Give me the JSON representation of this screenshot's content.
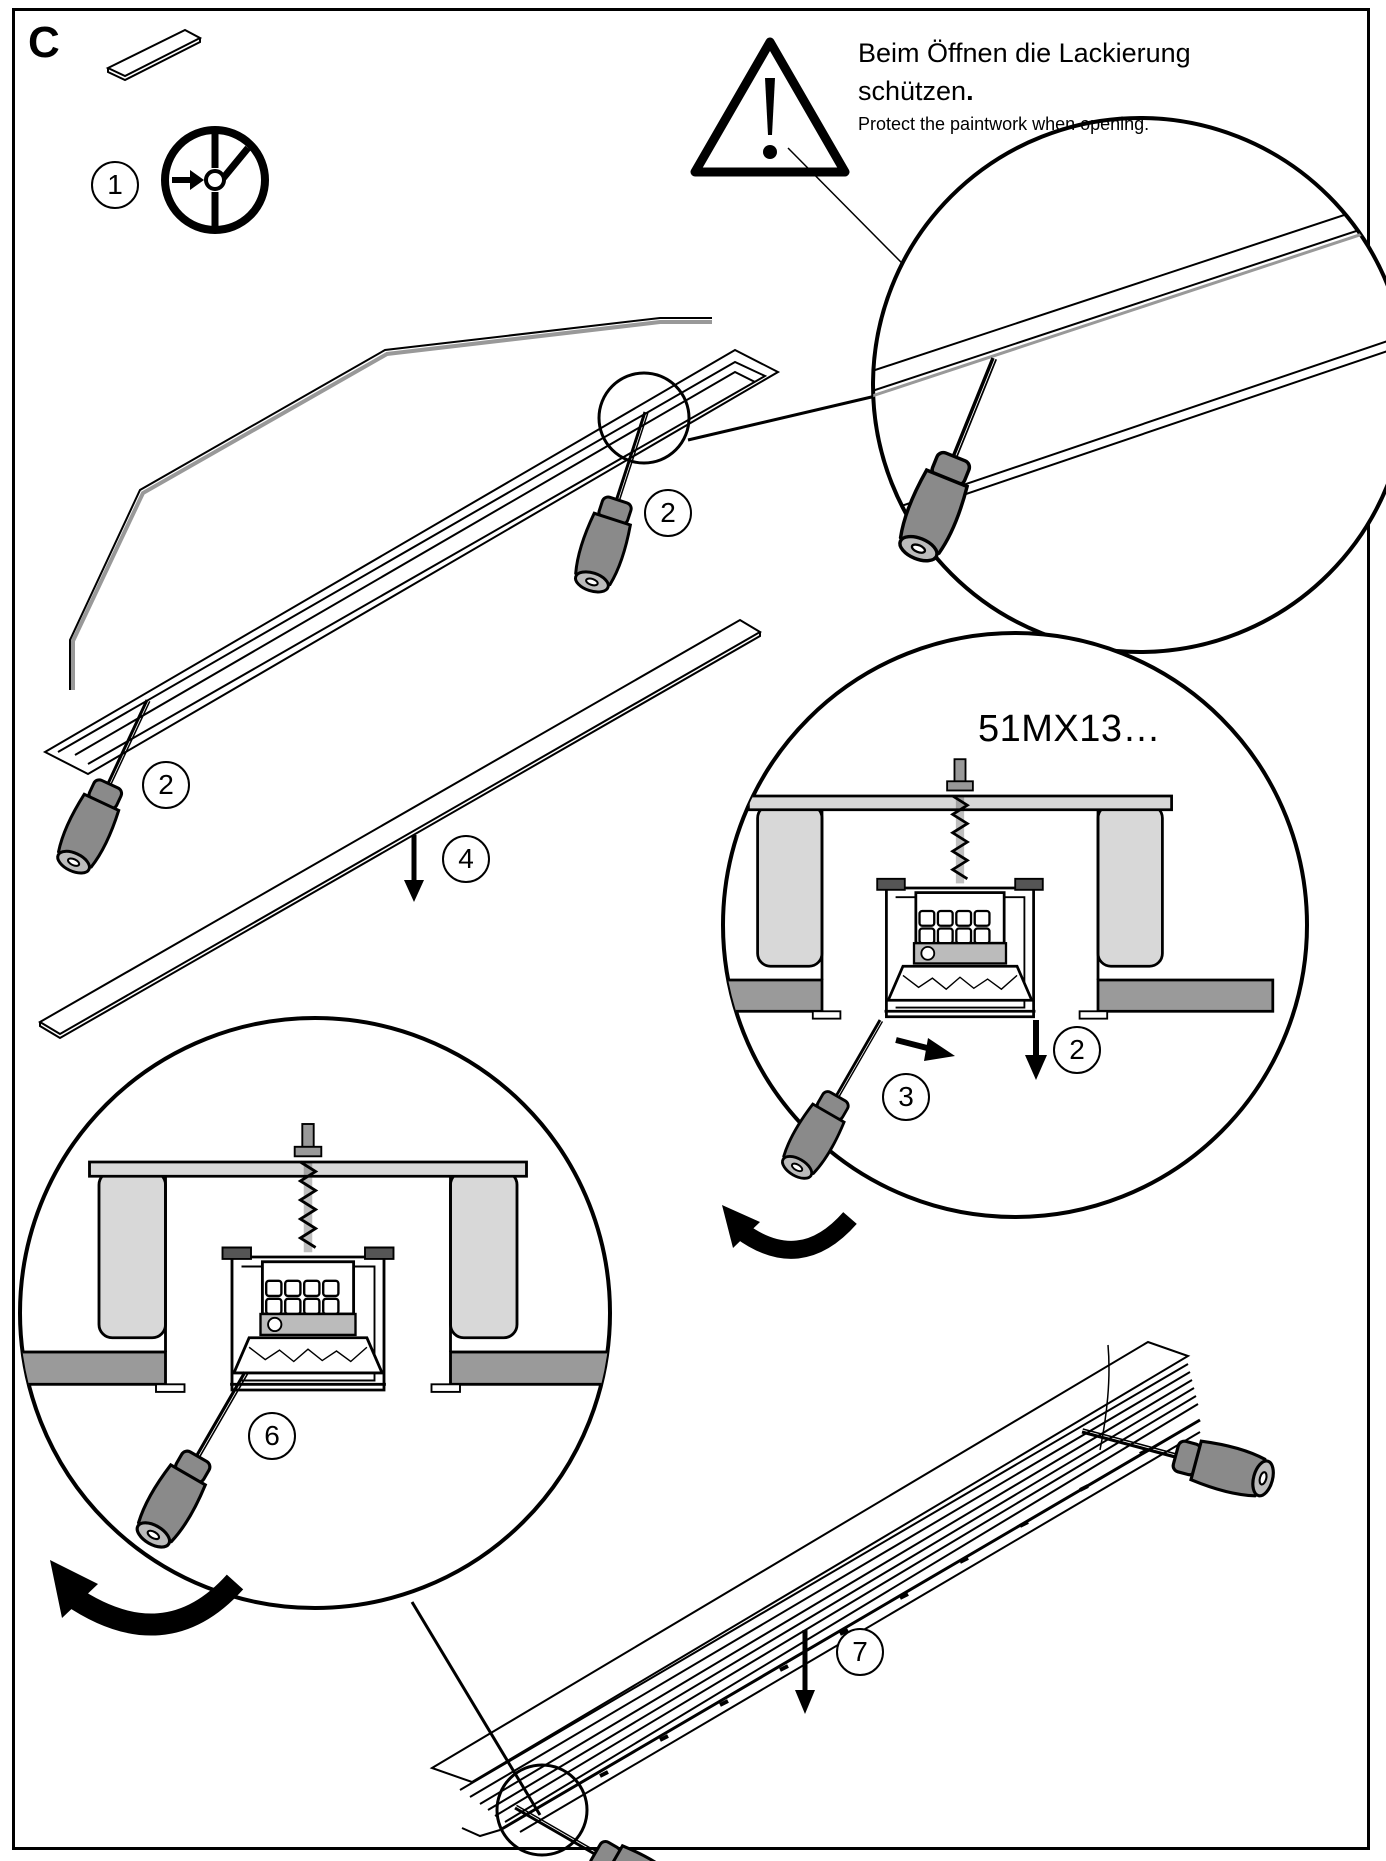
{
  "section_letter": "C",
  "warning": {
    "de_line1": "Beim Öffnen die Lackierung",
    "de_line2": "schützen",
    "de_period": ".",
    "en": "Protect the paintwork when opening."
  },
  "model_code": "51MX13…",
  "steps": {
    "power_off": "1",
    "pry_right": "2",
    "pry_left": "2",
    "remove_cover": "4",
    "press_down": "2",
    "slide": "3",
    "lever_out": "6",
    "lower": "7"
  },
  "icons": [
    "warning-triangle-icon",
    "power-switch-icon",
    "screwdriver-icon",
    "curved-rotate-arrow-icon",
    "down-arrow-icon"
  ],
  "colors": {
    "line": "#000000",
    "tool_handle": "#8a8a8a",
    "ceiling_section": "#9a9a9a",
    "housing_fill": "#d8d8d8",
    "background": "#ffffff"
  }
}
